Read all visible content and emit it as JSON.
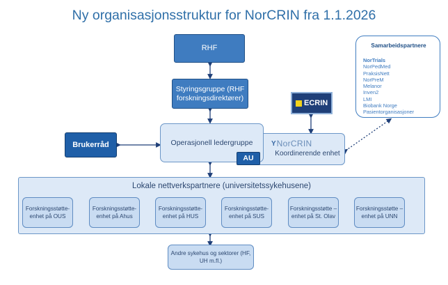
{
  "title": "Ny organisasjonsstruktur for NorCRIN fra 1.1.2026",
  "rhf": "RHF",
  "styringsgruppe": "Styringsgruppe (RHF forskningsdirektører)",
  "brukerrad": "Brukerråd",
  "operasjonell": "Operasjonell ledergruppe",
  "au": "AU",
  "norcrin_logo": "NorCRIN",
  "koordinerende": "Koordinerende enhet",
  "ecrin_logo": "ECRIN",
  "partners": {
    "title": "Samarbeidspartnere",
    "items": [
      "NorTrials",
      "NorPedMed",
      "PraksisNett",
      "NorPreM",
      "Melanor",
      "Inven2",
      "LMI",
      "Biobank Norge",
      "Pasientorganisasjoner"
    ]
  },
  "lokale": {
    "title": "Lokale nettverkspartnere (universitetssykehusene)",
    "units": [
      "Forskningsstøtte-enhet på OUS",
      "Forskningsstøtte-enhet på Ahus",
      "Forskningsstøtte-enhet på HUS",
      "Forskningsstøtte-enhet på SUS",
      "Forskningsstøtte –enhet på St. Olav",
      "Forskningsstøtte –enhet på UNN"
    ]
  },
  "andre": "Andre sykehus og sektorer (HF, UH m.fl.)",
  "colors": {
    "title": "#2f6fa8",
    "dark_box": "#3f7cc0",
    "light_box": "#dde9f7",
    "navy": "#1f3f78"
  }
}
